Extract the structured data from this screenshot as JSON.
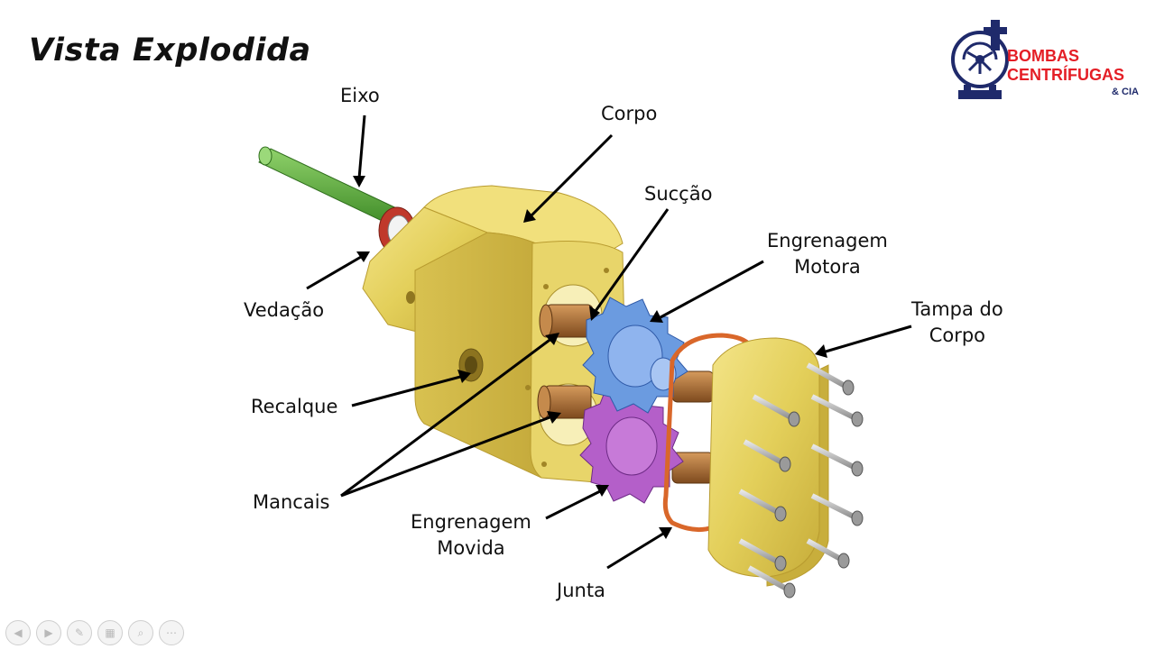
{
  "title": "Vista Explodida",
  "labels": {
    "eixo": "Eixo",
    "corpo": "Corpo",
    "succao": "Sucção",
    "engrenagem_motora": [
      "Engrenagem",
      "Motora"
    ],
    "tampa": [
      "Tampa do",
      "Corpo"
    ],
    "vedacao": "Vedação",
    "recalque": "Recalque",
    "mancais": "Mancais",
    "engrenagem_movida": [
      "Engrenagem",
      "Movida"
    ],
    "junta": "Junta"
  },
  "logo": {
    "line1": "BOMBAS",
    "line2": "CENTRÍFUGAS",
    "line3": "& CIA"
  },
  "colors": {
    "body_gold": "#e3cf5a",
    "shaft_green": "#5aa83a",
    "seal_red": "#c0392b",
    "drive_gear_blue": "#6b9be0",
    "driven_gear_purple": "#b45fc9",
    "gasket_orange": "#d9672a",
    "bearing_bronze": "#a8672e",
    "logo_red": "#e41e26",
    "logo_navy": "#1f2a6b"
  },
  "toolbar": [
    {
      "name": "prev",
      "icon": "◀"
    },
    {
      "name": "next",
      "icon": "▶"
    },
    {
      "name": "pen",
      "icon": "✎"
    },
    {
      "name": "slides",
      "icon": "▦"
    },
    {
      "name": "zoom",
      "icon": "⌕"
    },
    {
      "name": "more",
      "icon": "⋯"
    }
  ]
}
